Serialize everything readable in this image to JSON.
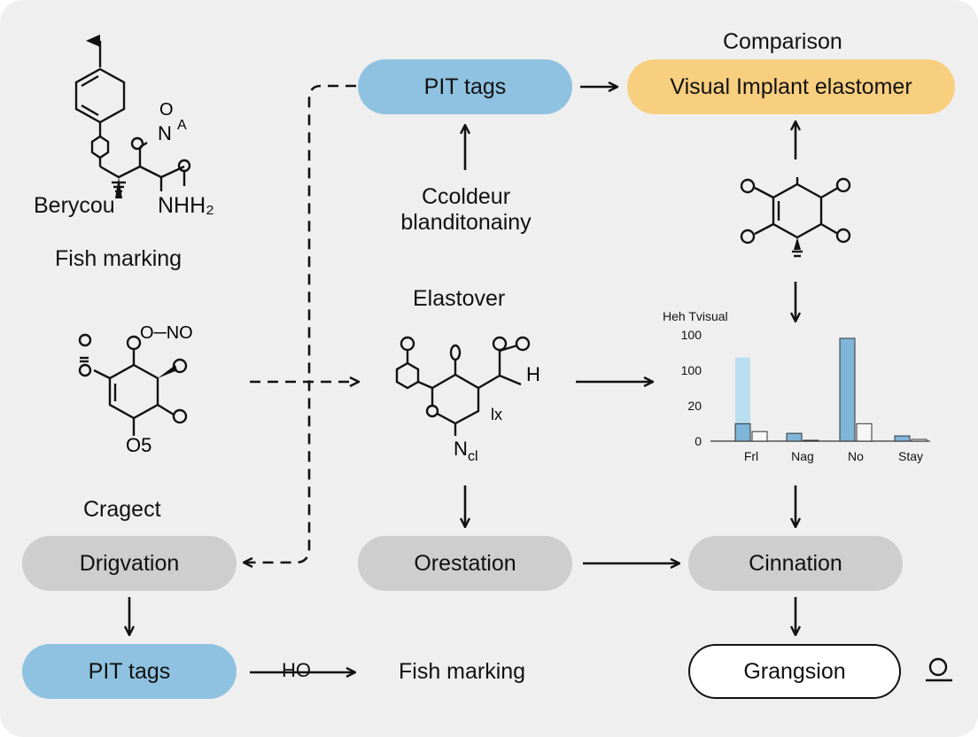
{
  "texts": {
    "berycou": "Berycou",
    "nh2": "NHH₂",
    "fish_marking_top": "Fish marking",
    "comparison": "Comparison",
    "ccoldeur": "Ccoldeur\nblanditonainy",
    "elastover": "Elastover",
    "cragect": "Cragect",
    "fish_marking_bottom": "Fish marking",
    "ho_label": "HO",
    "mol1_atom1": "O",
    "mol1_atom2": "N",
    "mol1_atom3": "A",
    "mol2_no": "O─NO",
    "mol2_o5": "O5",
    "mol3_h": "H",
    "mol3_n": "N",
    "mol3_cl": "cl",
    "mol3_x": "lx"
  },
  "nodes": {
    "pit_tags_top": "PIT tags",
    "visual_implant": "Visual Implant elastomer",
    "drigvation": "Drigvation",
    "orestation": "Orestation",
    "cinnation": "Cinnation",
    "pit_tags_bottom": "PIT tags",
    "grangsion": "Grangsion"
  },
  "colors": {
    "blue_node": "#8fc2e0",
    "orange_node": "#f8cf7f",
    "grey_node": "#cecece",
    "bar_blue": "#7fb5d8",
    "bar_light": "#b9def0"
  },
  "chart_data": {
    "type": "bar",
    "title": "Heh Tvisual",
    "categories": [
      "Frl",
      "Nag",
      "No",
      "Stay"
    ],
    "y_tick_labels": [
      "0",
      "20",
      "100",
      "100"
    ],
    "series": [
      {
        "values": [
          20,
          9,
          118,
          6
        ]
      },
      {
        "values": [
          11,
          1,
          20,
          2
        ]
      }
    ],
    "highlight": {
      "category": "Frl",
      "value": 96
    },
    "ylim": [
      0,
      120
    ],
    "grid": false,
    "legend": "none"
  }
}
